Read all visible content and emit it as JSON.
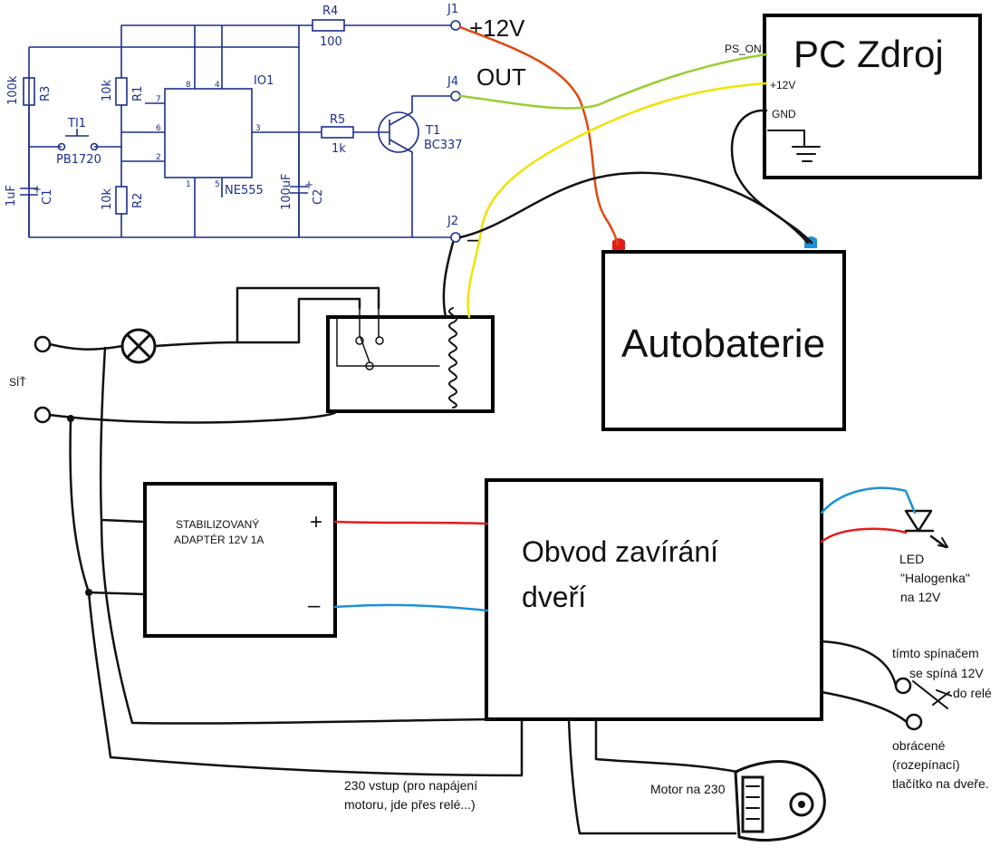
{
  "colors": {
    "schematic": "#1c2f8c",
    "wire_black": "#111111",
    "wire_red": "#e11d1d",
    "wire_blue": "#1e90d6",
    "wire_yellow": "#f2e200",
    "wire_green": "#9acd32",
    "wire_orange_red": "#e04a10"
  },
  "schematic": {
    "r4": {
      "ref": "R4",
      "value": "100"
    },
    "r3": {
      "ref": "R3",
      "value": "100k"
    },
    "r1": {
      "ref": "R1",
      "value": "10k"
    },
    "r2": {
      "ref": "R2",
      "value": "10k"
    },
    "r5": {
      "ref": "R5",
      "value": "1k"
    },
    "c1": {
      "ref": "C1",
      "value": "1uF"
    },
    "c2": {
      "ref": "C2",
      "value": "100uF"
    },
    "button": {
      "ref": "TI1",
      "value": "PB1720"
    },
    "ic": {
      "ref": "IO1",
      "value": "NE555",
      "pins": [
        "7",
        "8",
        "4",
        "6",
        "2",
        "3",
        "1",
        "5"
      ]
    },
    "transistor": {
      "ref": "T1",
      "value": "BC337"
    },
    "j1": {
      "ref": "J1",
      "label": "+12V"
    },
    "j4": {
      "ref": "J4",
      "label": "OUT"
    },
    "j2": {
      "ref": "J2",
      "label": "–"
    },
    "cap_plus": "+"
  },
  "pc_zdroj": {
    "title": "PC Zdroj",
    "ps_on": "PS_ON",
    "p12v": "+12V",
    "gnd": "GND"
  },
  "autobaterie": {
    "title": "Autobaterie"
  },
  "mains": {
    "label": "SÍŤ"
  },
  "adapter": {
    "line1": "STABILIZOVANÝ",
    "line2": "ADAPTÉR 12V 1A",
    "plus": "+",
    "minus": "–"
  },
  "door": {
    "line1": "Obvod zavírání",
    "line2": "dveří"
  },
  "led": {
    "line1": "LED",
    "line2": "\"Halogenka\"",
    "line3": "na 12V"
  },
  "switch_note": {
    "line1": "tímto spínačem",
    "line2": "se spíná 12V",
    "line3": "do relé"
  },
  "button_note": {
    "line1": "obrácené",
    "line2": "(rozepínací)",
    "line3": "tlačítko na dveře."
  },
  "input_note": {
    "line1": "230 vstup (pro napájení",
    "line2": "motoru, jde přes relé...)"
  },
  "motor": {
    "label": "Motor na 230"
  }
}
